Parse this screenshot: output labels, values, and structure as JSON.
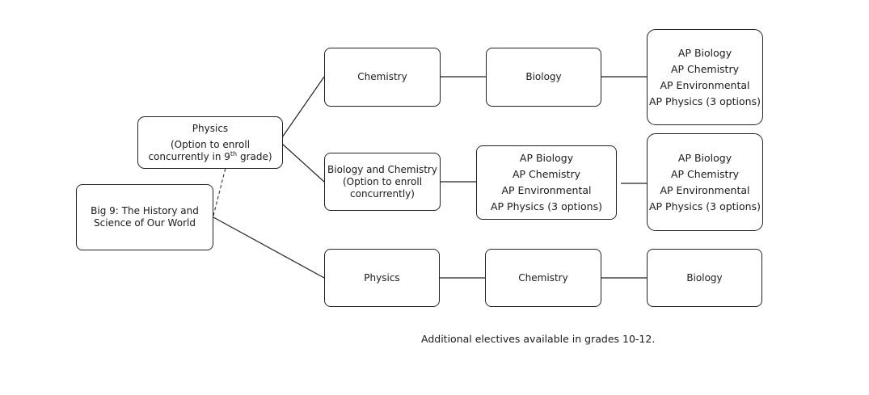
{
  "start": {
    "line1": "Big 9: The History and",
    "line2": "Science of Our World"
  },
  "physics_option": {
    "title": "Physics",
    "line1": "(Option to enroll",
    "line2_pre": "concurrently in 9",
    "line2_sup": "th",
    "line2_post": " grade)"
  },
  "track1": {
    "step1": "Chemistry",
    "step2": "Biology",
    "ap": [
      "AP Biology",
      "AP Chemistry",
      "AP Environmental",
      "AP Physics (3 options)"
    ]
  },
  "track2": {
    "step1_line1": "Biology and Chemistry",
    "step1_line2": "(Option to enroll",
    "step1_line3": "concurrently)",
    "ap_a": [
      "AP Biology",
      "AP Chemistry",
      "AP Environmental",
      "AP Physics (3 options)"
    ],
    "ap_b": [
      "AP Biology",
      "AP Chemistry",
      "AP Environmental",
      "AP Physics (3 options)"
    ]
  },
  "track3": {
    "step1": "Physics",
    "step2": "Chemistry",
    "step3": "Biology"
  },
  "footnote": "Additional electives available in grades 10-12."
}
